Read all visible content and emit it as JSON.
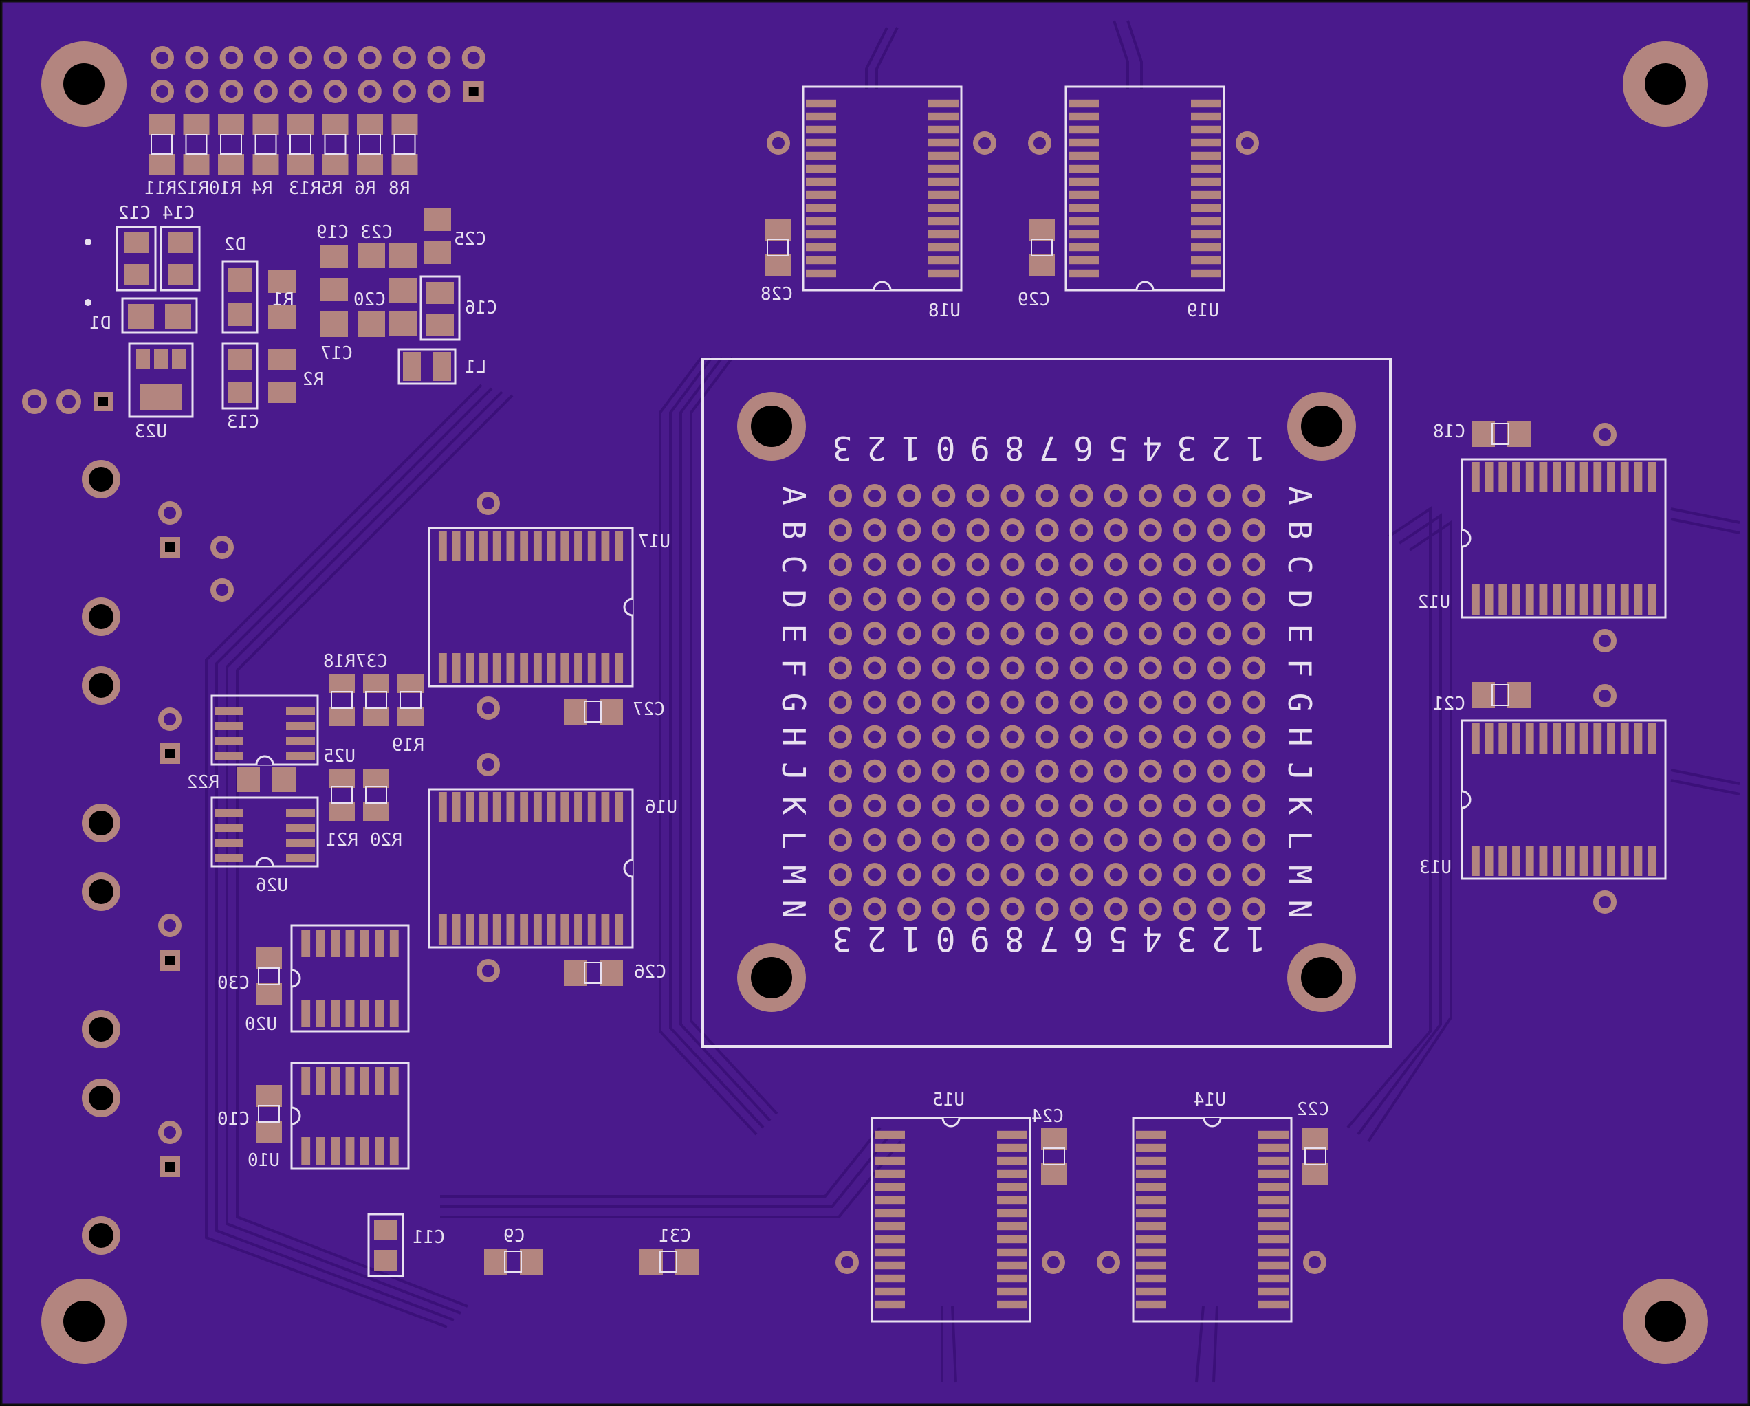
{
  "colors": {
    "background": "#000000",
    "board": "#4a1a8c",
    "copper_pour": "#5a1f9a",
    "trace": "#3a1078",
    "pad": "#b3857f",
    "silk": "#e8e0f0",
    "hole": "#000000"
  },
  "grid": {
    "rows": [
      "A",
      "B",
      "C",
      "D",
      "E",
      "F",
      "G",
      "H",
      "J",
      "K",
      "L",
      "M",
      "N"
    ],
    "cols": [
      "1",
      "2",
      "3",
      "4",
      "5",
      "6",
      "7",
      "8",
      "9",
      "0",
      "1",
      "2",
      "3"
    ]
  },
  "labels": {
    "resistors_top": [
      "R8",
      "R6",
      "R5R13",
      "R4",
      "R10R12R11"
    ],
    "c12": "C12",
    "c14": "C14",
    "d1": "D1",
    "d2": "D2",
    "r1": "R1",
    "r2": "R2",
    "c13": "C13",
    "u23": "U23",
    "c19": "C19",
    "c23": "C23",
    "c25": "C25",
    "c20": "C20",
    "c17": "C17",
    "c16": "C16",
    "l1": "L1",
    "c28": "C28",
    "u18": "U18",
    "c29": "C29",
    "u19": "U19",
    "u17": "U17",
    "c27": "C27",
    "u16": "U16",
    "c26": "C26",
    "c37r18": "C37R18",
    "r19": "R19",
    "u25": "U25",
    "r22": "R22",
    "r21": "R21",
    "r20": "R20",
    "u26": "U26",
    "c30": "C30",
    "u20": "U20",
    "c10": "C10",
    "u10": "U10",
    "c11": "C11",
    "c9": "C9",
    "c31": "C31",
    "u15": "U15",
    "c24": "C24",
    "u14": "U14",
    "c22": "C22",
    "c18": "C18",
    "u12": "U12",
    "c21": "C21",
    "u13": "U13"
  }
}
